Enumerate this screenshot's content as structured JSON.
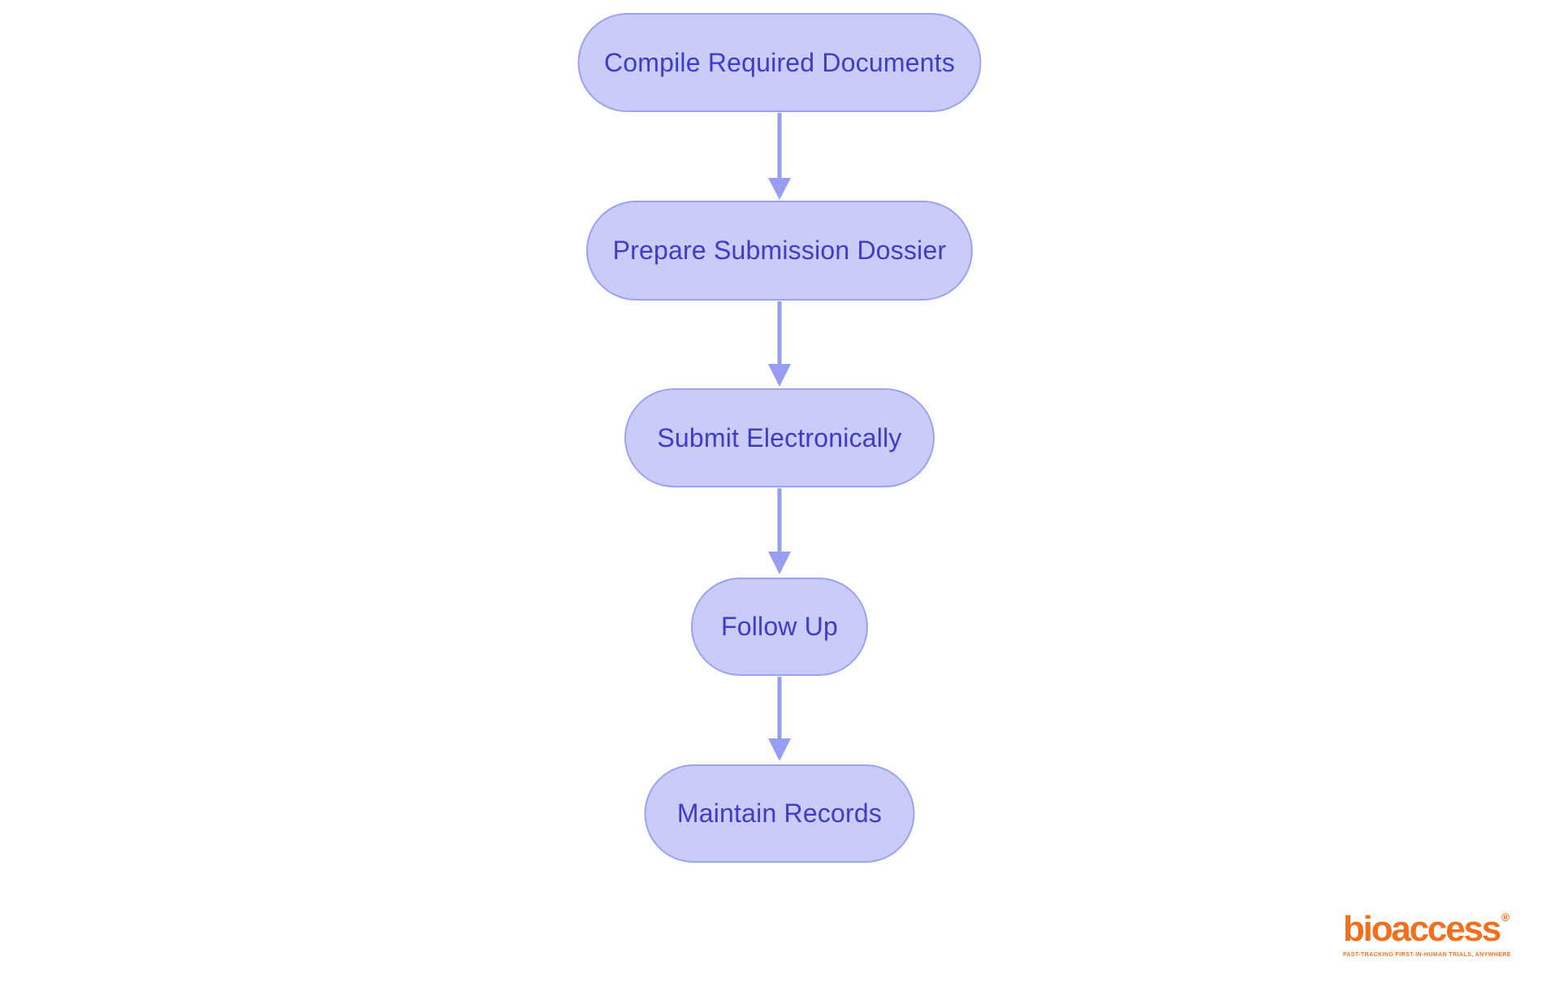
{
  "diagram": {
    "type": "flowchart",
    "direction": "top-down",
    "nodes": [
      {
        "id": "n1",
        "shape": "stadium",
        "label": "Compile Required Documents"
      },
      {
        "id": "n2",
        "shape": "stadium",
        "label": "Prepare Submission Dossier"
      },
      {
        "id": "n3",
        "shape": "stadium",
        "label": "Submit Electronically"
      },
      {
        "id": "n4",
        "shape": "stadium",
        "label": "Follow Up"
      },
      {
        "id": "n5",
        "shape": "stadium",
        "label": "Maintain Records"
      }
    ],
    "edges": [
      {
        "from": "n1",
        "to": "n2"
      },
      {
        "from": "n2",
        "to": "n3"
      },
      {
        "from": "n3",
        "to": "n4"
      },
      {
        "from": "n4",
        "to": "n5"
      }
    ],
    "colors": {
      "node_fill": "#C9CBF8",
      "node_border": "#9CA2F2",
      "node_text": "#3D3DC7",
      "arrow": "#979DF0",
      "background": "#FFFFFF"
    }
  },
  "branding": {
    "wordmark": "bioaccess",
    "registered_symbol": "®",
    "tagline": "FAST-TRACKING FIRST-IN-HUMAN TRIALS, ANYWHERE",
    "brand_color": "#F2701D"
  }
}
